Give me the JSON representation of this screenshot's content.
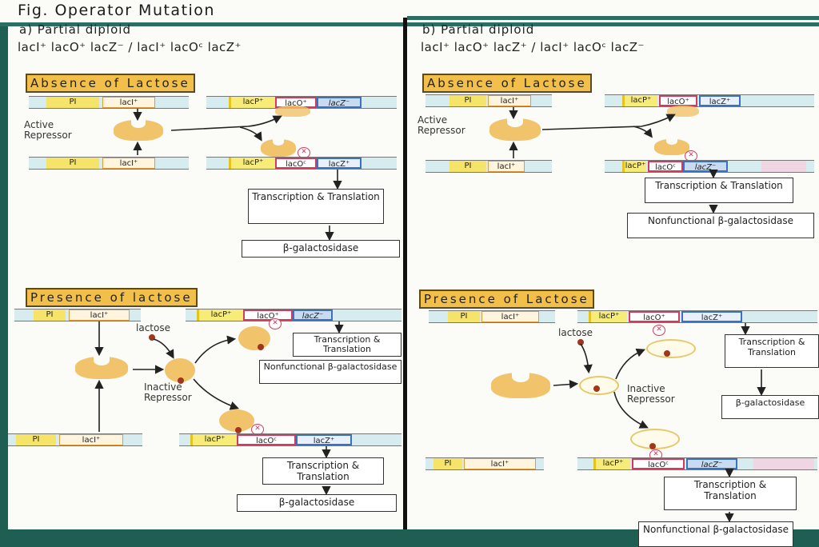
{
  "figure": {
    "title": "Fig. Operator Mutation",
    "colors": {
      "frame": "#2c6f62",
      "banner": "#f2c04a",
      "repressor": "#f1c36a",
      "operator": "#d23c5c",
      "lacz": "#3a72c0",
      "promoter": "#f5e36a",
      "lactose": "#a0361e"
    }
  },
  "panel_a": {
    "heading": "a) Partial diploid",
    "genotype": "lacI⁺ lacO⁺ lacZ⁻ / lacI⁺ lacOᶜ lacZ⁺",
    "absence": {
      "banner": "Absence of Lactose",
      "repressor_label_1": "Active",
      "repressor_label_2": "Repressor",
      "reg_top": {
        "pi": "PI",
        "laci": "lacI⁺"
      },
      "reg_bottom": {
        "pi": "PI",
        "laci": "lacI⁺"
      },
      "operon_top": {
        "lacp": "lacP⁺",
        "laco": "lacO⁺",
        "lacz": "lacZ⁻"
      },
      "operon_bottom": {
        "lacp": "lacP⁺",
        "laco": "lacOᶜ",
        "lacz": "lacZ⁺"
      },
      "block_symbol": "✕",
      "box1": "Transcription & Translation",
      "box2": "β-galactosidase"
    },
    "presence": {
      "banner": "Presence of lactose",
      "lactose_label": "lactose",
      "inactive_label_1": "Inactive",
      "inactive_label_2": "Repressor",
      "reg_top": {
        "pi": "PI",
        "laci": "lacI⁺"
      },
      "reg_bottom": {
        "pi": "PI",
        "laci": "lacI⁺"
      },
      "operon_top": {
        "lacp": "lacP⁺",
        "laco": "lacO⁺",
        "lacz": "lacZ⁻"
      },
      "operon_bottom": {
        "lacp": "lacP⁺",
        "laco": "lacOᶜ",
        "lacz": "lacZ⁺"
      },
      "block_symbol": "✕",
      "box_top_1": "Transcription & Translation",
      "box_top_2": "Nonfunctional β-galactosidase",
      "box_bottom_1": "Transcription & Translation",
      "box_bottom_2": "β-galactosidase"
    }
  },
  "panel_b": {
    "heading": "b) Partial diploid",
    "genotype": "lacI⁺ lacO⁺ lacZ⁺ / lacI⁺ lacOᶜ lacZ⁻",
    "absence": {
      "banner": "Absence of Lactose",
      "repressor_label_1": "Active",
      "repressor_label_2": "Repressor",
      "reg_top": {
        "pi": "PI",
        "laci": "lacI⁺"
      },
      "reg_bottom": {
        "pi": "PI",
        "laci": "lacI⁺"
      },
      "operon_top": {
        "lacp": "lacP⁺",
        "laco": "lacO⁺",
        "lacz": "lacZ⁺"
      },
      "operon_bottom": {
        "lacp": "lacP⁺",
        "laco": "lacOᶜ",
        "lacz": "lacZ⁻"
      },
      "block_symbol": "✕",
      "box1": "Transcription & Translation",
      "box2": "Nonfunctional β-galactosidase"
    },
    "presence": {
      "banner": "Presence of Lactose",
      "lactose_label": "lactose",
      "inactive_label_1": "Inactive",
      "inactive_label_2": "Repressor",
      "reg_top": {
        "pi": "PI",
        "laci": "lacI⁺"
      },
      "reg_bottom": {
        "pi": "PI",
        "laci": "lacI⁺"
      },
      "operon_top": {
        "lacp": "lacP⁺",
        "laco": "lacO⁺",
        "lacz": "lacZ⁺"
      },
      "operon_bottom": {
        "lacp": "lacP⁺",
        "laco": "lacOᶜ",
        "lacz": "lacZ⁻"
      },
      "block_symbol": "✕",
      "box_top_1": "Transcription & Translation",
      "box_top_2": "β-galactosidase",
      "box_bottom_1": "Transcription & Translation",
      "box_bottom_2": "Nonfunctional β-galactosidase"
    }
  }
}
